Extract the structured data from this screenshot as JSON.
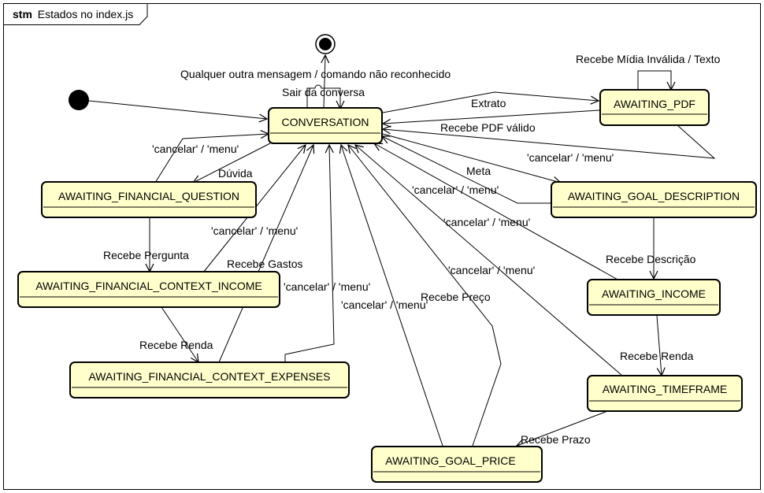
{
  "frame": {
    "keyword": "stm",
    "title": "Estados no index.js"
  },
  "states": {
    "conversation": "CONVERSATION",
    "awaiting_pdf": "AWAITING_PDF",
    "awaiting_financial_question": "AWAITING_FINANCIAL_QUESTION",
    "awaiting_goal_description": "AWAITING_GOAL_DESCRIPTION",
    "awaiting_financial_context_income": "AWAITING_FINANCIAL_CONTEXT_INCOME",
    "awaiting_income": "AWAITING_INCOME",
    "awaiting_financial_context_expenses": "AWAITING_FINANCIAL_CONTEXT_EXPENSES",
    "awaiting_timeframe": "AWAITING_TIMEFRAME",
    "awaiting_goal_price": "AWAITING_GOAL_PRICE"
  },
  "transitions": {
    "other_message": "Qualquer outra mensagem / comando não reconhecido",
    "exit": "Sair da conversa",
    "invalid_media": "Recebe Mídia Inválida / Texto",
    "extract": "Extrato",
    "valid_pdf": "Recebe PDF válido",
    "cancel_from_pdf": "'cancelar' / 'menu'",
    "cancel_from_question": "'cancelar' / 'menu'",
    "question": "Dúvida",
    "goal": "Meta",
    "cancel_from_goal_description": "'cancelar' / 'menu'",
    "cancel_from_context_income": "'cancelar' / 'menu'",
    "cancel_from_income": "'cancelar' / 'menu'",
    "receives_question": "Recebe Pergunta",
    "receives_expenses": "Recebe Gastos",
    "cancel_from_context_expenses": "'cancelar' / 'menu'",
    "cancel_from_goal_price": "'cancelar' / 'menu'",
    "receives_price": "Recebe Preço",
    "cancel_from_timeframe": "'cancelar' / 'menu'",
    "receives_description": "Recebe Descrição",
    "receives_income_context": "Recebe Renda",
    "receives_income_goal": "Recebe Renda",
    "receives_timeframe": "Recebe Prazo"
  }
}
